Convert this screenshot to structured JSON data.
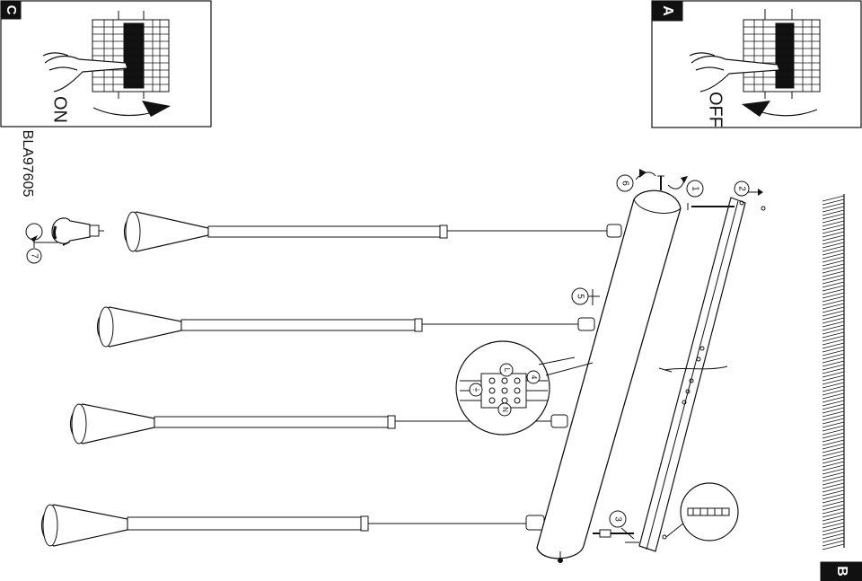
{
  "code": "BLA97605",
  "panels": {
    "c": {
      "letter": "C",
      "switch_label": "ON"
    },
    "a": {
      "letter": "A",
      "switch_label": "OFF"
    },
    "b": {
      "letter": "B"
    }
  },
  "steps": {
    "s1": "1",
    "s2": "2",
    "s3": "3",
    "s4": "4",
    "s5": "5",
    "s6": "6",
    "s7": "7",
    "earth": "⏚",
    "neutral": "N",
    "live": "L"
  },
  "colors": {
    "line": "#111111",
    "background": "#ffffff"
  }
}
